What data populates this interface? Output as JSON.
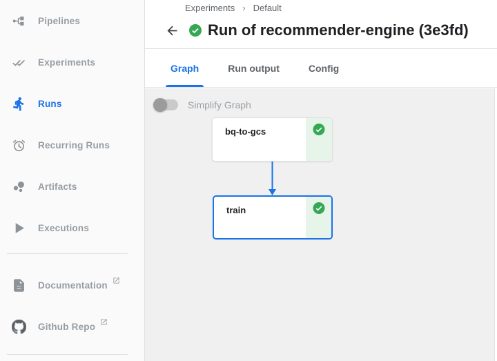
{
  "colors": {
    "accent_blue": "#1a73e8",
    "success_green": "#34a853",
    "success_light_green": "#e6f4ea",
    "canvas_gray": "#f0f0f0",
    "sidebar_bg": "#fafafa",
    "inactive_text_gray": "#9aa0a6",
    "title_text": "#202124"
  },
  "sidebar": {
    "items": [
      {
        "label": "Pipelines",
        "active": false
      },
      {
        "label": "Experiments",
        "active": false
      },
      {
        "label": "Runs",
        "active": true
      },
      {
        "label": "Recurring Runs",
        "active": false
      },
      {
        "label": "Artifacts",
        "active": false
      },
      {
        "label": "Executions",
        "active": false
      }
    ],
    "links": [
      {
        "label": "Documentation",
        "external": true
      },
      {
        "label": "Github Repo",
        "external": true
      }
    ]
  },
  "header": {
    "breadcrumb": {
      "parent": "Experiments",
      "separator": "›",
      "current": "Default"
    },
    "title": "Run of recommender-engine (3e3fd)",
    "status": "success"
  },
  "tabs": {
    "items": [
      {
        "label": "Graph",
        "active": true
      },
      {
        "label": "Run output",
        "active": false
      },
      {
        "label": "Config",
        "active": false
      }
    ]
  },
  "graph": {
    "toggle_label": "Simplify Graph",
    "toggle_on": false,
    "nodes": [
      {
        "label": "bq-to-gcs",
        "status": "success",
        "selected": false
      },
      {
        "label": "train",
        "status": "success",
        "selected": true
      }
    ],
    "edges": [
      {
        "from": "bq-to-gcs",
        "to": "train"
      }
    ]
  }
}
